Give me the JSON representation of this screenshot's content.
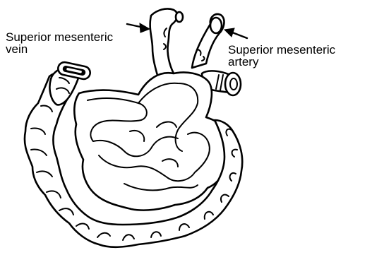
{
  "labels": {
    "vein_line1": "Superior mesenteric",
    "vein_line2": "vein",
    "artery_line1": "Superior mesenteric",
    "artery_line2": "artery"
  },
  "colors": {
    "ink": "#000000",
    "background": "#ffffff"
  }
}
